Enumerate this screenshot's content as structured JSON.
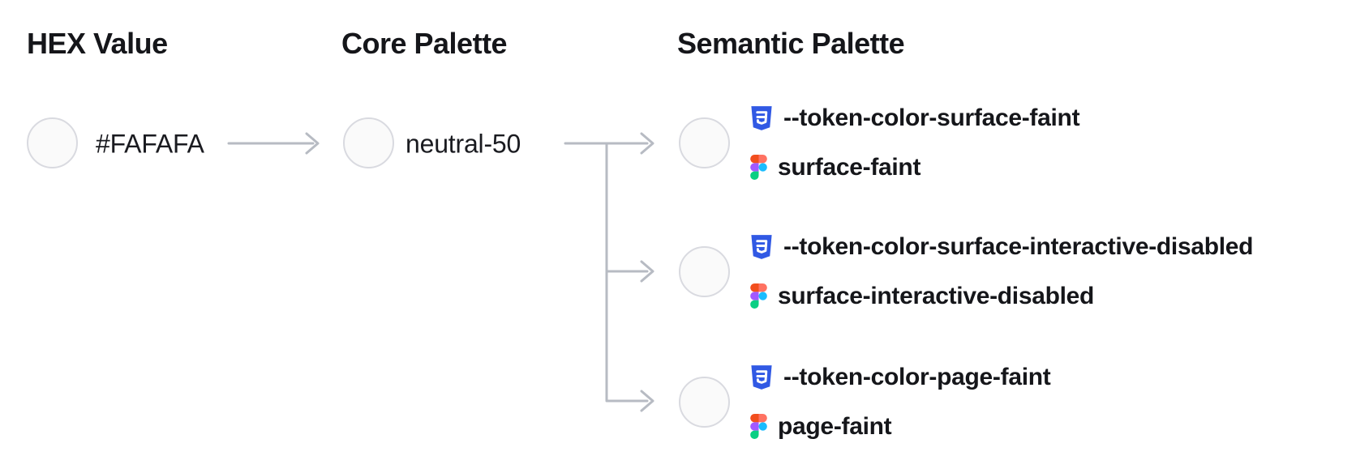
{
  "columns": {
    "hex": {
      "title": "HEX Value",
      "value": "#FAFAFA",
      "swatch_color": "#FAFAFA"
    },
    "core": {
      "title": "Core Palette",
      "value": "neutral-50",
      "swatch_color": "#FAFAFA"
    },
    "semantic": {
      "title": "Semantic Palette",
      "items": [
        {
          "css_token": "--token-color-surface-faint",
          "figma_name": "surface-faint",
          "swatch_color": "#FAFAFA"
        },
        {
          "css_token": "--token-color-surface-interactive-disabled",
          "figma_name": "surface-interactive-disabled",
          "swatch_color": "#FAFAFA"
        },
        {
          "css_token": "--token-color-page-faint",
          "figma_name": "page-faint",
          "swatch_color": "#FAFAFA"
        }
      ]
    }
  },
  "icons": {
    "css_badge": "css3-shield-icon",
    "figma_logo": "figma-logo-icon"
  },
  "colors": {
    "background": "#FFFFFF",
    "text": "#17181D",
    "swatch_fill": "#FAFAFA",
    "swatch_border": "#D9DAE0",
    "connector": "#B7BBC3",
    "css_icon_blue": "#3159E4",
    "figma_red": "#F24E1E",
    "figma_salmon": "#FF7262",
    "figma_purple": "#A259FF",
    "figma_blue": "#1ABCFE",
    "figma_green": "#0ACF83"
  }
}
